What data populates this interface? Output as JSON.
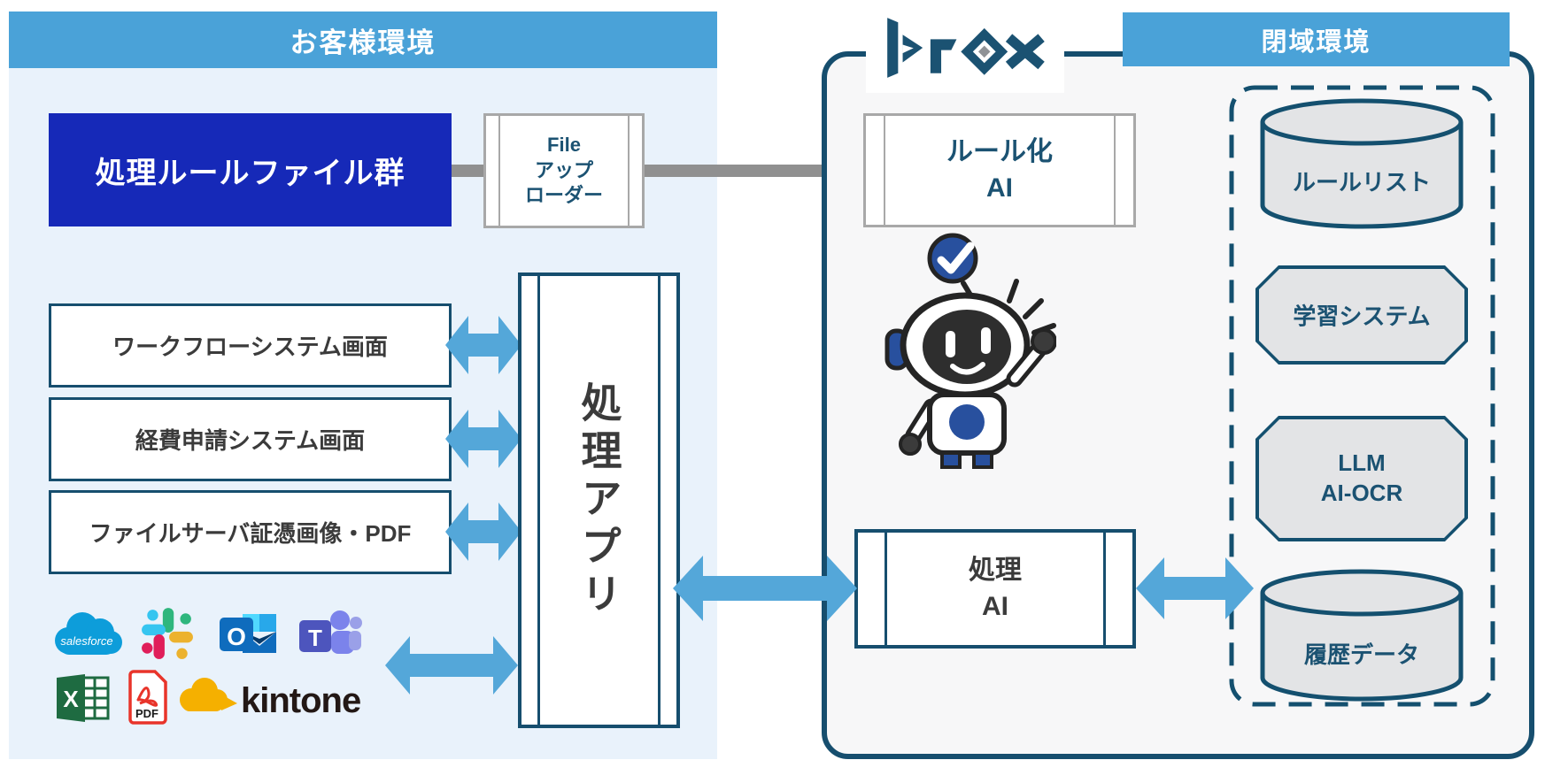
{
  "customer_env": {
    "header": "お客様環境",
    "rule_files_label": "処理ルールファイル群",
    "file_uploader": {
      "line1": "File",
      "line2": "アップ",
      "line3": "ローダー"
    },
    "screens": [
      "ワークフローシステム画面",
      "経費申請システム画面",
      "ファイルサーバ証憑画像・PDF"
    ],
    "process_app_label": "処理アプリ",
    "integrations": [
      {
        "name": "salesforce",
        "text": "salesforce"
      },
      {
        "name": "slack"
      },
      {
        "name": "outlook",
        "letter": "O"
      },
      {
        "name": "teams",
        "letter": "T"
      },
      {
        "name": "excel",
        "letter": "X"
      },
      {
        "name": "pdf",
        "text": "PDF"
      },
      {
        "name": "kintone",
        "text": "kintone"
      }
    ]
  },
  "brox_env": {
    "logo_text": "brox",
    "header": "閉域環境",
    "rule_ai": {
      "line1": "ルール化",
      "line2": "AI"
    },
    "process_ai": {
      "line1": "処理",
      "line2": "AI"
    },
    "closed_items": [
      {
        "shape": "cylinder",
        "label": "ルールリスト"
      },
      {
        "shape": "octagon",
        "label": "学習システム"
      },
      {
        "shape": "octagon",
        "label_line1": "LLM",
        "label_line2": "AI-OCR"
      },
      {
        "shape": "cylinder",
        "label": "履歴データ"
      }
    ]
  },
  "colors": {
    "panel_blue": "#e9f2fb",
    "header_blue": "#4aa2d8",
    "royal_blue": "#1629b8",
    "teal_border": "#164e6e",
    "teal_text": "#1b5272",
    "gray_arrow": "#909090",
    "blue_arrow": "#54a7d9",
    "shape_fill": "#e3e4e6"
  }
}
